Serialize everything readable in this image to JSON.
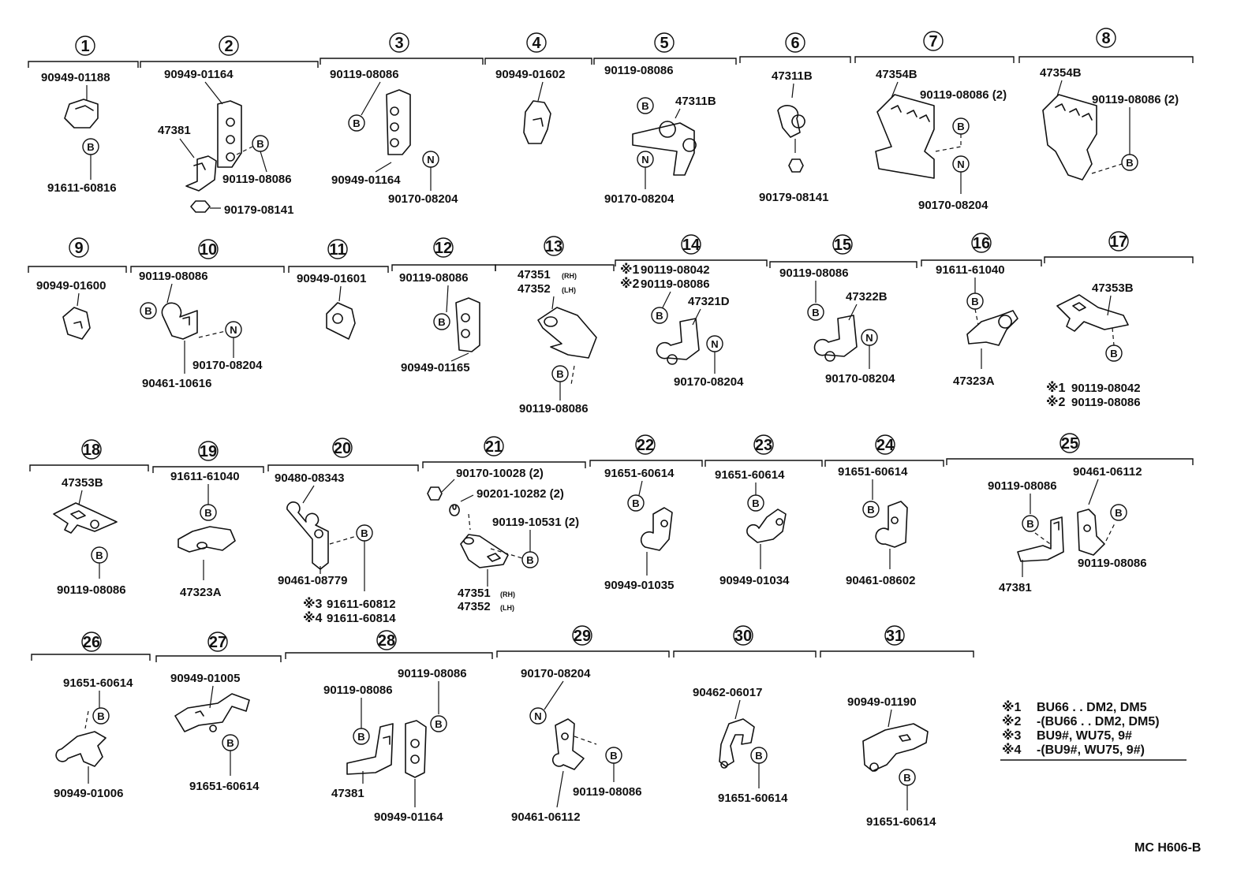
{
  "diagram_code": "MC H606-B",
  "items": [
    {
      "num": "1"
    },
    {
      "num": "2"
    },
    {
      "num": "3"
    },
    {
      "num": "4"
    },
    {
      "num": "5"
    },
    {
      "num": "6"
    },
    {
      "num": "7"
    },
    {
      "num": "8"
    },
    {
      "num": "9"
    },
    {
      "num": "10"
    },
    {
      "num": "11"
    },
    {
      "num": "12"
    },
    {
      "num": "13"
    },
    {
      "num": "14"
    },
    {
      "num": "15"
    },
    {
      "num": "16"
    },
    {
      "num": "17"
    },
    {
      "num": "18"
    },
    {
      "num": "19"
    },
    {
      "num": "20"
    },
    {
      "num": "21"
    },
    {
      "num": "22"
    },
    {
      "num": "23"
    },
    {
      "num": "24"
    },
    {
      "num": "25"
    },
    {
      "num": "26"
    },
    {
      "num": "27"
    },
    {
      "num": "28"
    },
    {
      "num": "29"
    },
    {
      "num": "30"
    },
    {
      "num": "31"
    }
  ],
  "callouts": {
    "bolt": "B",
    "nut": "N"
  },
  "labels": {
    "i1a": "90949-01188",
    "i1b": "91611-60816",
    "i2a": "90949-01164",
    "i2b": "47381",
    "i2c": "90119-08086",
    "i2d": "90179-08141",
    "i3a": "90119-08086",
    "i3b": "90949-01164",
    "i3c": "90170-08204",
    "i4a": "90949-01602",
    "i5a": "90119-08086",
    "i5b": "47311B",
    "i5c": "90170-08204",
    "i6a": "47311B",
    "i6b": "90179-08141",
    "i7a": "47354B",
    "i7b": "90119-08086 (2)",
    "i7c": "90170-08204",
    "i8a": "47354B",
    "i8b": "90119-08086 (2)",
    "i9a": "90949-01600",
    "i10a": "90119-08086",
    "i10b": "90170-08204",
    "i10c": "90461-10616",
    "i11a": "90949-01601",
    "i12a": "90119-08086",
    "i12b": "90949-01165",
    "i13a": "47351",
    "i13a_s": "(RH)",
    "i13b": "47352",
    "i13b_s": "(LH)",
    "i13c": "90119-08086",
    "i14m1": "※1",
    "i14a": "90119-08042",
    "i14m2": "※2",
    "i14b": "90119-08086",
    "i14c": "47321D",
    "i14d": "90170-08204",
    "i15a": "90119-08086",
    "i15b": "47322B",
    "i15c": "90170-08204",
    "i16a": "91611-61040",
    "i16b": "47323A",
    "i17a": "47353B",
    "i17m1": "※1",
    "i17b": "90119-08042",
    "i17m2": "※2",
    "i17c": "90119-08086",
    "i18a": "47353B",
    "i18b": "90119-08086",
    "i19a": "91611-61040",
    "i19b": "47323A",
    "i20a": "90480-08343",
    "i20b": "90461-08779",
    "i20m3": "※3",
    "i20c": "91611-60812",
    "i20m4": "※4",
    "i20d": "91611-60814",
    "i21a": "90170-10028 (2)",
    "i21b": "90201-10282 (2)",
    "i21c": "90119-10531 (2)",
    "i21d": "47351",
    "i21d_s": "(RH)",
    "i21e": "47352",
    "i21e_s": "(LH)",
    "i22a": "91651-60614",
    "i22b": "90949-01035",
    "i23a": "91651-60614",
    "i23b": "90949-01034",
    "i24a": "91651-60614",
    "i24b": "90461-08602",
    "i25a": "90119-08086",
    "i25b": "90461-06112",
    "i25c": "47381",
    "i25d": "90119-08086",
    "i26a": "91651-60614",
    "i26b": "90949-01006",
    "i27a": "90949-01005",
    "i27b": "91651-60614",
    "i28a": "90119-08086",
    "i28b": "90119-08086",
    "i28c": "47381",
    "i28d": "90949-01164",
    "i29a": "90170-08204",
    "i29b": "90119-08086",
    "i29c": "90461-06112",
    "i30a": "90462-06017",
    "i30b": "91651-60614",
    "i31a": "90949-01190",
    "i31b": "91651-60614"
  },
  "notes": [
    {
      "mark": "※1",
      "text": "BU66 . . DM2, DM5"
    },
    {
      "mark": "※2",
      "text": "-(BU66 . . DM2, DM5)"
    },
    {
      "mark": "※3",
      "text": "BU9#, WU75, 9#"
    },
    {
      "mark": "※4",
      "text": "-(BU9#, WU75, 9#)"
    }
  ]
}
